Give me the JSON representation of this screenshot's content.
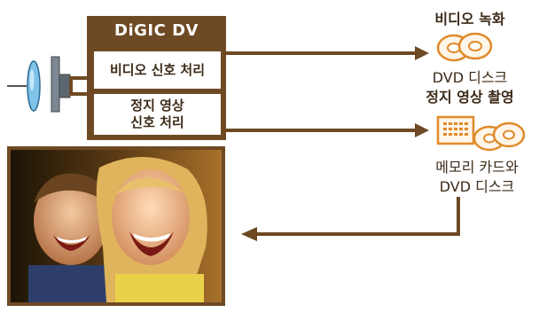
{
  "digic": {
    "title": "DiGIC DV"
  },
  "processing": {
    "video": "비디오 신호 처리",
    "still_line1": "정지 영상",
    "still_line2": "신호 처리"
  },
  "outputs": {
    "video_rec_title": "비디오 녹화",
    "video_rec_media": "DVD 디스크",
    "still_rec_title": "정지 영상 촬영",
    "still_rec_media_line1": "메모리 카드와",
    "still_rec_media_line2": "DVD 디스크"
  },
  "colors": {
    "frame": "#6e4a24",
    "disc_orange": "#e08a2a",
    "lens_blue": "#7fc3e8"
  },
  "icons": [
    "lens-icon",
    "dvd-disc-icon",
    "memory-card-icon",
    "arrow-icon"
  ]
}
